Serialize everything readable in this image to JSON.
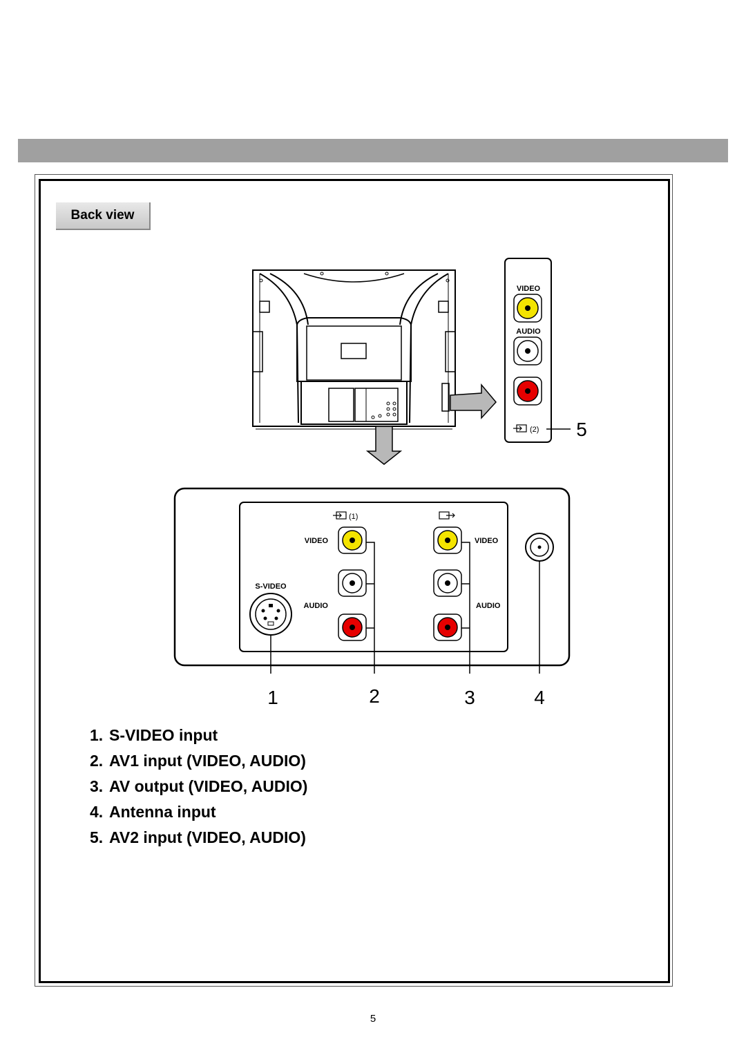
{
  "section_tab": "Back view",
  "panel_side": {
    "video_label": "VIDEO",
    "audio_label": "AUDIO",
    "input_label": "(2)"
  },
  "panel_main": {
    "av1_label": "(1)",
    "video_left_label": "VIDEO",
    "video_right_label": "VIDEO",
    "svideo_label": "S-VIDEO",
    "audio_left_label": "AUDIO",
    "audio_right_label": "AUDIO"
  },
  "callouts": [
    "1",
    "2",
    "3",
    "4",
    "5"
  ],
  "legend": [
    {
      "num": "1.",
      "text": "S-VIDEO input"
    },
    {
      "num": "2.",
      "text": "AV1 input (VIDEO, AUDIO)"
    },
    {
      "num": "3.",
      "text": "AV output (VIDEO, AUDIO)"
    },
    {
      "num": "4.",
      "text": "Antenna input"
    },
    {
      "num": "5.",
      "text": "AV2 input (VIDEO, AUDIO)"
    }
  ],
  "page_number": "5",
  "colors": {
    "video_jack": "#f4e400",
    "audio_left_jack": "#ffffff",
    "audio_right_jack": "#e60000",
    "header_bar": "#a0a0a0"
  }
}
